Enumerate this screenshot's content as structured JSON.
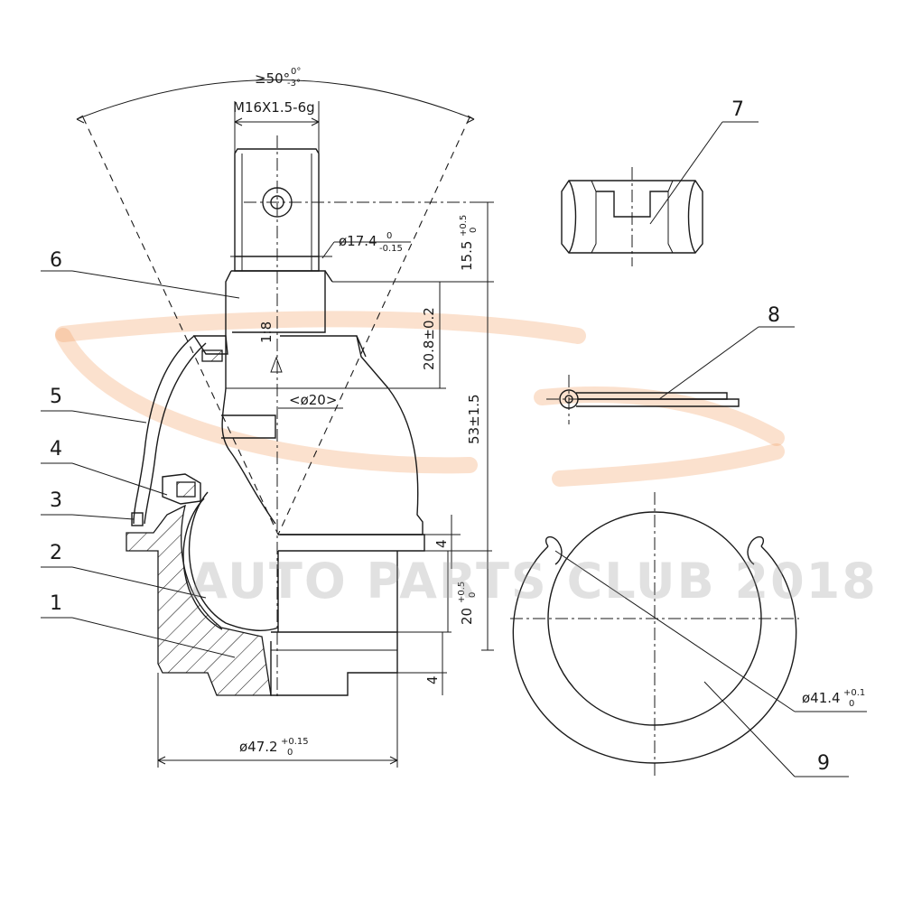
{
  "watermark": {
    "text": "AUTO PARTS CLUB 2018",
    "logo_color": "#f29a5c"
  },
  "dimensions": {
    "angle": {
      "main": "≥50°",
      "upper_tol": "0°",
      "lower_tol": "-3°"
    },
    "thread": "M16X1.5-6g",
    "taper_dia": {
      "main": "ø17.4",
      "upper_tol": "0",
      "lower_tol": "-0.15"
    },
    "pin_hole_height": {
      "main": "15.5",
      "upper_tol": "+0.5",
      "lower_tol": "0"
    },
    "taper_ratio": "1:8",
    "taper_length": "20.8±0.2",
    "stud_dia": "<ø20>",
    "overall_height": "53±1.5",
    "gap_small": "4",
    "body_height": {
      "main": "20",
      "upper_tol": "+0.5",
      "lower_tol": "0"
    },
    "base_step": "4",
    "body_dia": {
      "main": "ø47.2",
      "upper_tol": "+0.15",
      "lower_tol": "0"
    },
    "ring_dia": {
      "main": "ø41.4",
      "upper_tol": "+0.1",
      "lower_tol": "0"
    }
  },
  "part_numbers": [
    "1",
    "2",
    "3",
    "4",
    "5",
    "6",
    "7",
    "8",
    "9"
  ]
}
